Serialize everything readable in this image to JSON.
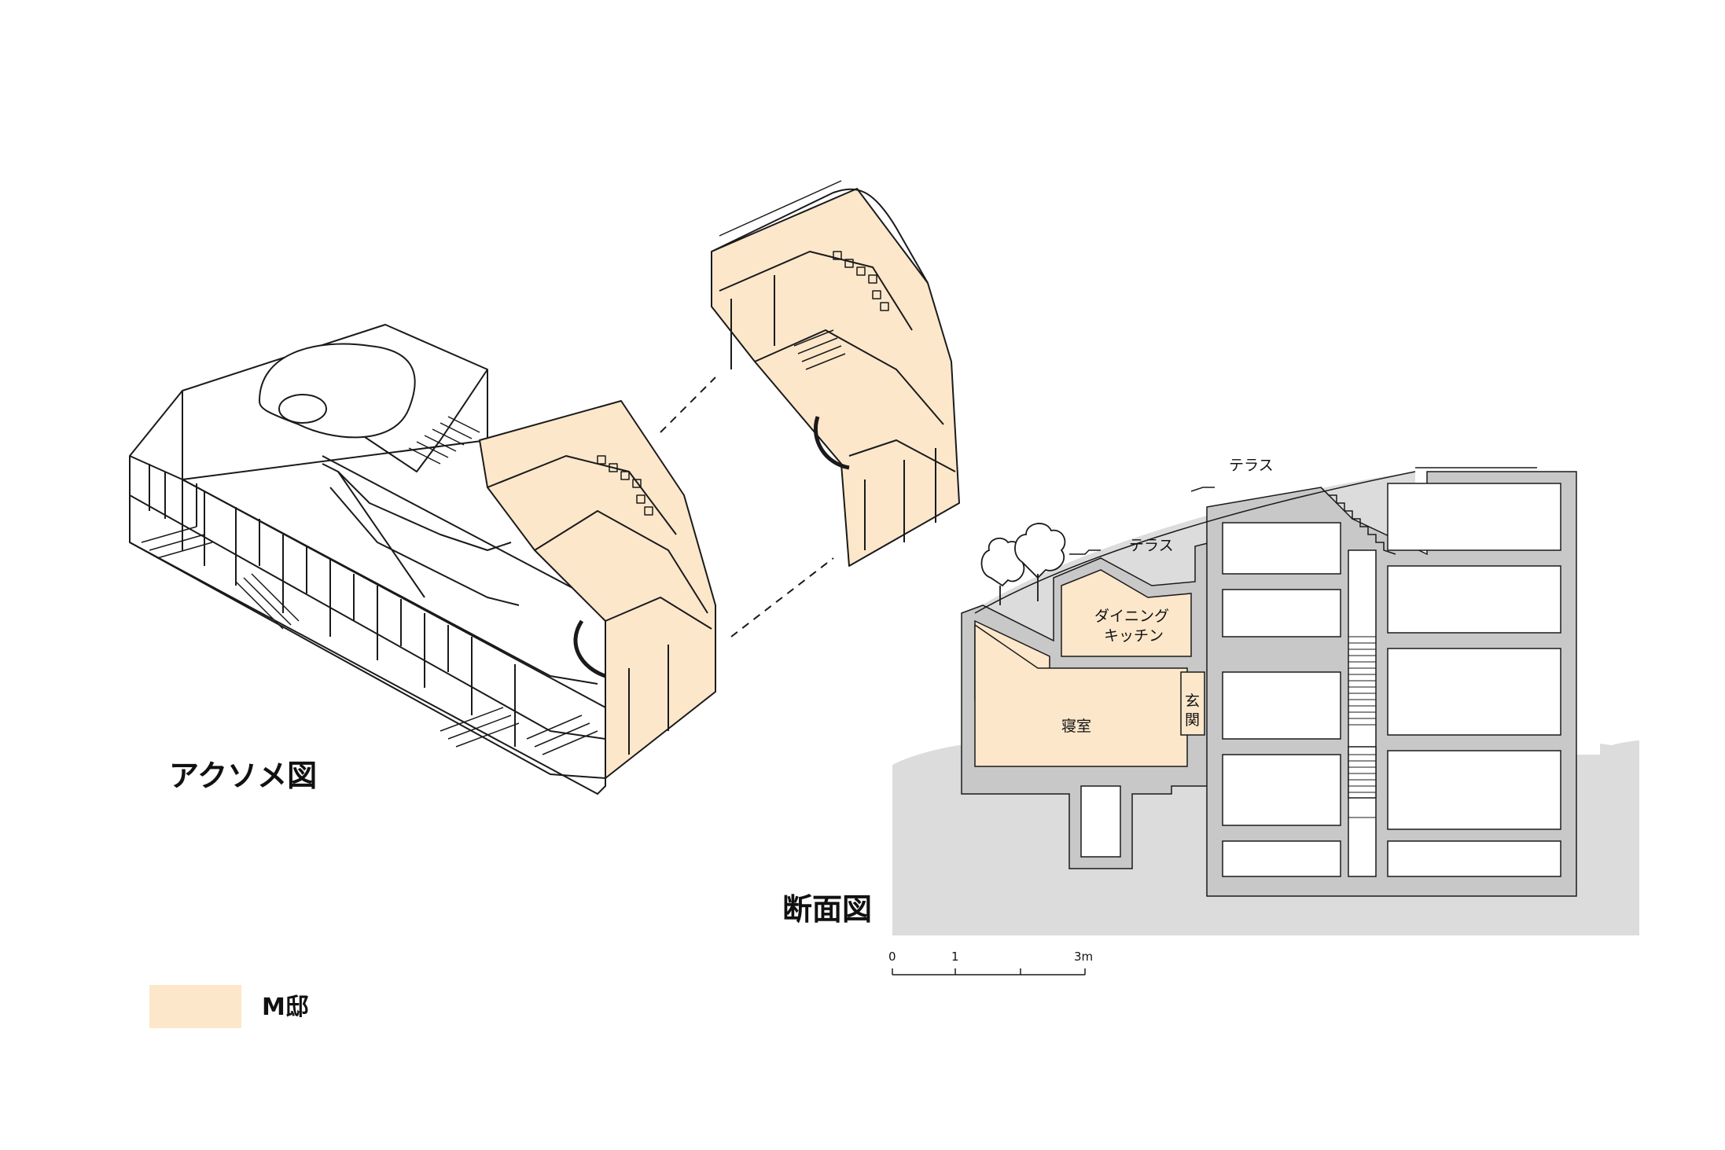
{
  "axo": {
    "title": "アクソメ図"
  },
  "section": {
    "title": "断面図",
    "rooms": {
      "terrace_upper": "テラス",
      "terrace_lower": "テラス",
      "dining_line1": "ダイニング",
      "dining_line2": "キッチン",
      "bedroom": "寝室",
      "entrance_1": "玄",
      "entrance_2": "関"
    }
  },
  "scale": {
    "tick_0": "0",
    "tick_1": "1",
    "tick_3": "3m"
  },
  "legend": {
    "label": "M邸",
    "color": "#fce7cb"
  },
  "colors": {
    "highlight": "#fce7cb",
    "ground": "#dcdcdc",
    "wall": "#c8c8c8",
    "line": "#1a1a1a"
  }
}
